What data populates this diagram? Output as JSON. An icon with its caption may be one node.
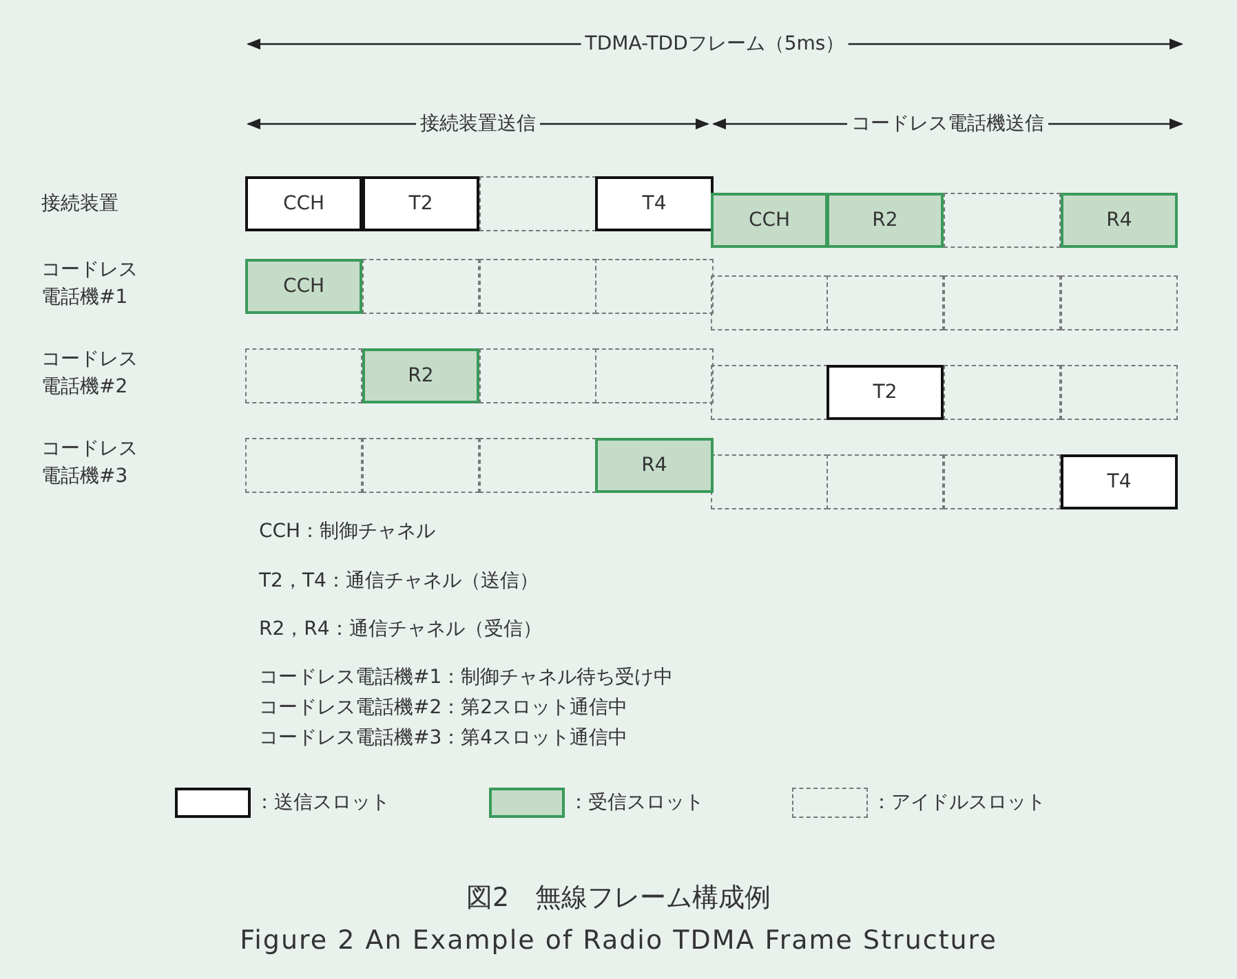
{
  "diagram": {
    "caption": "図2　無線フレーム構成例",
    "nodes": [
      {
        "text": [
          "CCH"
        ]
      },
      {
        "text": [
          "T2"
        ]
      },
      {
        "text": [],
        "shape": "box"
      },
      {
        "text": [
          "T4"
        ]
      },
      {
        "text": [
          "CCH"
        ]
      },
      {
        "text": [
          "R2"
        ]
      },
      {
        "text": [],
        "shape": "box"
      },
      {
        "text": [
          "R4"
        ]
      },
      {
        "text": [
          "CCH"
        ]
      },
      {
        "text": [],
        "shape": "box"
      },
      {
        "text": [],
        "shape": "box"
      },
      {
        "text": [],
        "shape": "box"
      },
      {
        "text": [],
        "shape": "box"
      },
      {
        "text": [],
        "shape": "box"
      },
      {
        "text": [],
        "shape": "box"
      },
      {
        "text": [],
        "shape": "box"
      },
      {
        "text": [],
        "shape": "box"
      },
      {
        "text": [
          "R2"
        ]
      },
      {
        "text": [],
        "shape": "box"
      },
      {
        "text": [],
        "shape": "box"
      },
      {
        "text": [],
        "shape": "box"
      },
      {
        "text": [
          "T2"
        ]
      },
      {
        "text": [],
        "shape": "box"
      },
      {
        "text": [],
        "shape": "box"
      },
      {
        "text": [],
        "shape": "box"
      },
      {
        "text": [],
        "shape": "box"
      },
      {
        "text": [],
        "shape": "box"
      },
      {
        "text": [
          "R4"
        ]
      },
      {
        "text": [],
        "shape": "box"
      },
      {
        "text": [],
        "shape": "box"
      },
      {
        "text": [],
        "shape": "box"
      },
      {
        "text": [
          "T4"
        ]
      }
    ],
    "edges": [],
    "labels": [
      "TDMA-TDDフレーム（5ms）",
      "接続装置送信",
      "コードレス電話機送信",
      "接続装置",
      "コードレス電話機#1",
      "コードレス電話機#2",
      "コードレス電話機#3",
      "CCH：制御チャネル",
      "T2，T4：通信チャネル（送信）",
      "R2，R4：通信チャネル（受信）",
      "コードレス電話機#1：制御チャネル待ち受け中",
      "コードレス電話機#2：第2スロット通信中",
      "コードレス電話機#3：第4スロット通信中",
      "Figure 2 An Example of Radio TDMA Frame Structure"
    ],
    "legend": [
      {
        "text": "：送信スロット",
        "color": "#ffffff"
      },
      {
        "text": "：受信スロット",
        "color": "#c5dcc9"
      },
      {
        "text": "：アイドルスロット"
      }
    ]
  }
}
